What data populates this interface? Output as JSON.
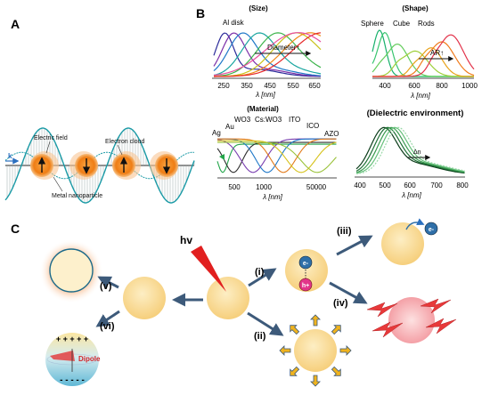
{
  "panels": {
    "a": "A",
    "b": "B",
    "c": "C"
  },
  "panel_a": {
    "k_label": "k",
    "electric_field": "Electric field",
    "electron_cloud": "Electron cloud",
    "metal_nanoparticle": "Metal nanoparticle"
  },
  "panel_b": {
    "size": {
      "title": "(Size)",
      "label": "Al disk",
      "arrow_label": "Diameter↑",
      "xlabel": "λ [nm]",
      "ticks": [
        "250",
        "350",
        "450",
        "550",
        "650"
      ]
    },
    "shape": {
      "title": "(Shape)",
      "sphere": "Sphere",
      "cube": "Cube",
      "rods": "Rods",
      "arrow_label": "AR↑",
      "xlabel": "λ [nm]",
      "ticks": [
        "400",
        "600",
        "800",
        "1000"
      ]
    },
    "material": {
      "title": "(Material)",
      "labels": [
        "Ag",
        "Au",
        "WO3",
        "Cs:WO3",
        "ITO",
        "ICO",
        "AZO"
      ],
      "xlabel": "λ [nm]",
      "ticks": [
        "500",
        "1000",
        "50000"
      ]
    },
    "dielectric": {
      "title": "(Dielectric environment)",
      "arrow_label": "Δn",
      "xlabel": "λ [nm]",
      "ticks": [
        "400",
        "500",
        "600",
        "700",
        "800"
      ]
    }
  },
  "panel_c": {
    "hv": "hv",
    "i": "(i)",
    "ii": "(ii)",
    "iii": "(iii)",
    "iv": "(iv)",
    "v": "(v)",
    "vi": "(vi)",
    "electron": "e-",
    "hole": "h+",
    "dipole": "Dipole",
    "plus_signs": "+ + + + +",
    "minus_signs": "- - - - -"
  },
  "colors": {
    "wave": "#1a9aa6",
    "particle": "#f07d1a",
    "sphere": "#f8d98e",
    "arrow": "#3d5a7a",
    "laser": "#e11f1f",
    "heat": "#e8393a"
  }
}
